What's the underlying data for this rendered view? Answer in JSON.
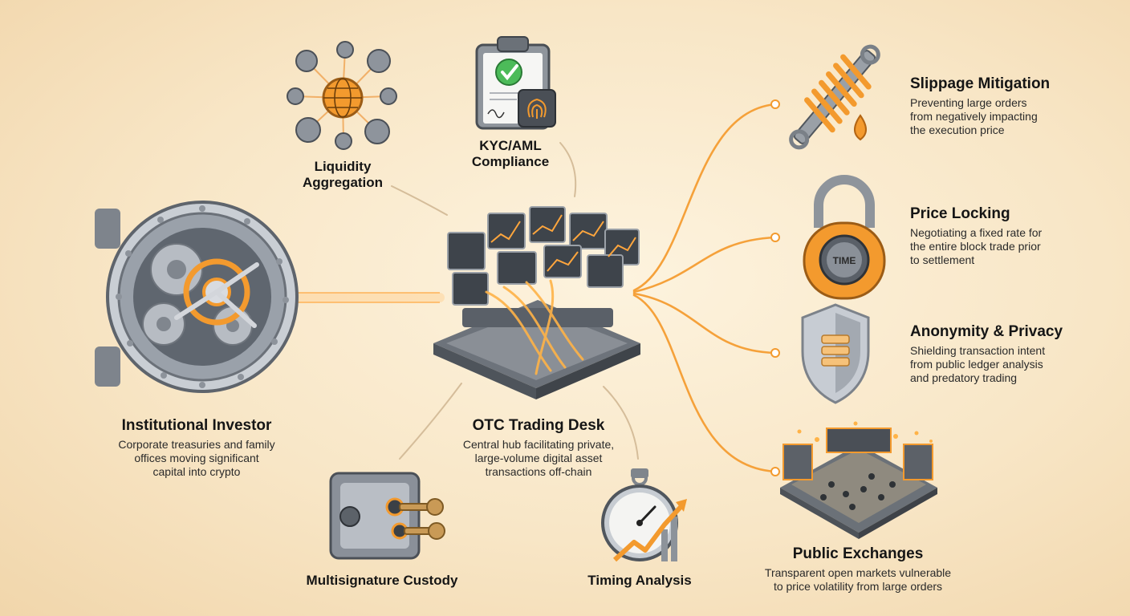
{
  "nodes": {
    "investor": {
      "title": "Institutional Investor",
      "desc_lines": [
        "Corporate treasuries and family",
        "offices moving significant",
        "capital into crypto"
      ]
    },
    "desk": {
      "title": "OTC Trading Desk",
      "desc_lines": [
        "Central hub facilitating private,",
        "large-volume digital asset",
        "transactions off-chain"
      ]
    },
    "liquidity": {
      "title_lines": [
        "Liquidity",
        "Aggregation"
      ]
    },
    "kyc": {
      "title_lines": [
        "KYC/AML",
        "Compliance"
      ]
    },
    "custody": {
      "title": "Multisignature Custody"
    },
    "timing": {
      "title": "Timing Analysis"
    },
    "slippage": {
      "title": "Slippage Mitigation",
      "desc_lines": [
        "Preventing large orders",
        "from negatively impacting",
        "the execution price"
      ]
    },
    "price_lock": {
      "title": "Price Locking",
      "desc_lines": [
        "Negotiating a fixed rate for",
        "the entire block trade prior",
        "to settlement"
      ],
      "lock_label": "TIME"
    },
    "anonymity": {
      "title": "Anonymity & Privacy",
      "desc_lines": [
        "Shielding transaction intent",
        "from public ledger analysis",
        "and predatory trading"
      ]
    },
    "exchanges": {
      "title": "Public Exchanges",
      "desc_lines": [
        "Transparent open markets vulnerable",
        "to price volatility from large orders"
      ]
    }
  },
  "icons": {
    "vault": "vault-door-icon",
    "desk": "trading-desk-icon",
    "globe": "globe-network-icon",
    "clipboard": "clipboard-check-icon",
    "safe": "safe-keys-icon",
    "stopwatch": "stopwatch-chart-icon",
    "shock": "shock-absorber-icon",
    "lock": "padlock-icon",
    "shield": "shield-icon",
    "exchange": "exchange-floor-icon"
  },
  "colors": {
    "accent": "#f39a2e",
    "accent_light": "#ffc46b",
    "steel": "#8a9099",
    "connector": "#d9c3a3"
  }
}
